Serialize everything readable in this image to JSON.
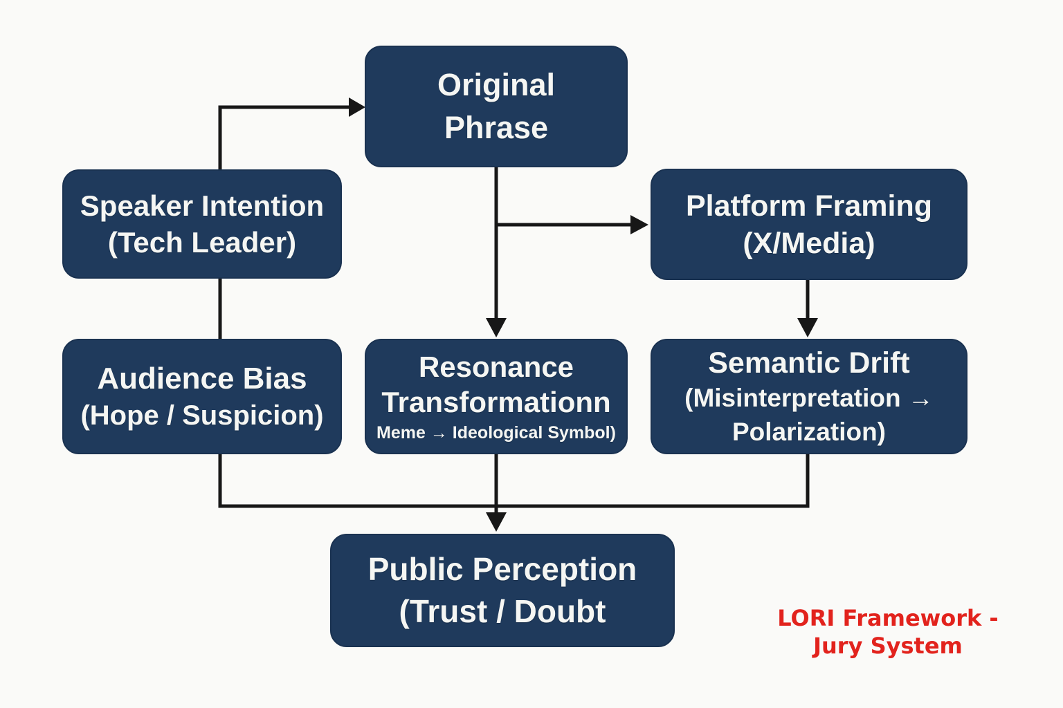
{
  "diagram": {
    "background_color": "#fafaf8",
    "node_fill_color": "#1f3a5c",
    "node_text_color": "#f5f6f3",
    "connector_color": "#171717",
    "caption_color": "#e2231d",
    "nodes": {
      "original": {
        "line1": "Original",
        "line2": "Phrase"
      },
      "speaker": {
        "line1": "Speaker Intention",
        "line2": "(Tech Leader)"
      },
      "platform": {
        "line1": "Platform Framing",
        "line2": "(X/Media)"
      },
      "audience": {
        "line1": "Audience Bias",
        "line2": "(Hope / Suspicion)"
      },
      "resonance": {
        "line1": "Resonance",
        "line2": "Transformationn",
        "line3": "Meme → Ideological Symbol)"
      },
      "semantic": {
        "line1": "Semantic Drift",
        "line2": "(Misinterpretation →",
        "line3": "Polarization)"
      },
      "public": {
        "line1": "Public Perception",
        "line2": "(Trust / Doubt"
      }
    },
    "caption": {
      "line1": "LORI Framework -",
      "line2": "Jury System"
    }
  }
}
